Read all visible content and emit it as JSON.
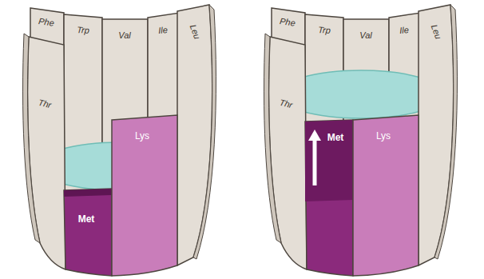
{
  "diagram": {
    "labels": [
      "Phe",
      "Trp",
      "Val",
      "Ile",
      "Leu",
      "Thr",
      "Lys",
      "Met",
      "Phe",
      "Trp",
      "Val",
      "Ile",
      "Leu",
      "Thr",
      "Met",
      "Lys"
    ]
  }
}
